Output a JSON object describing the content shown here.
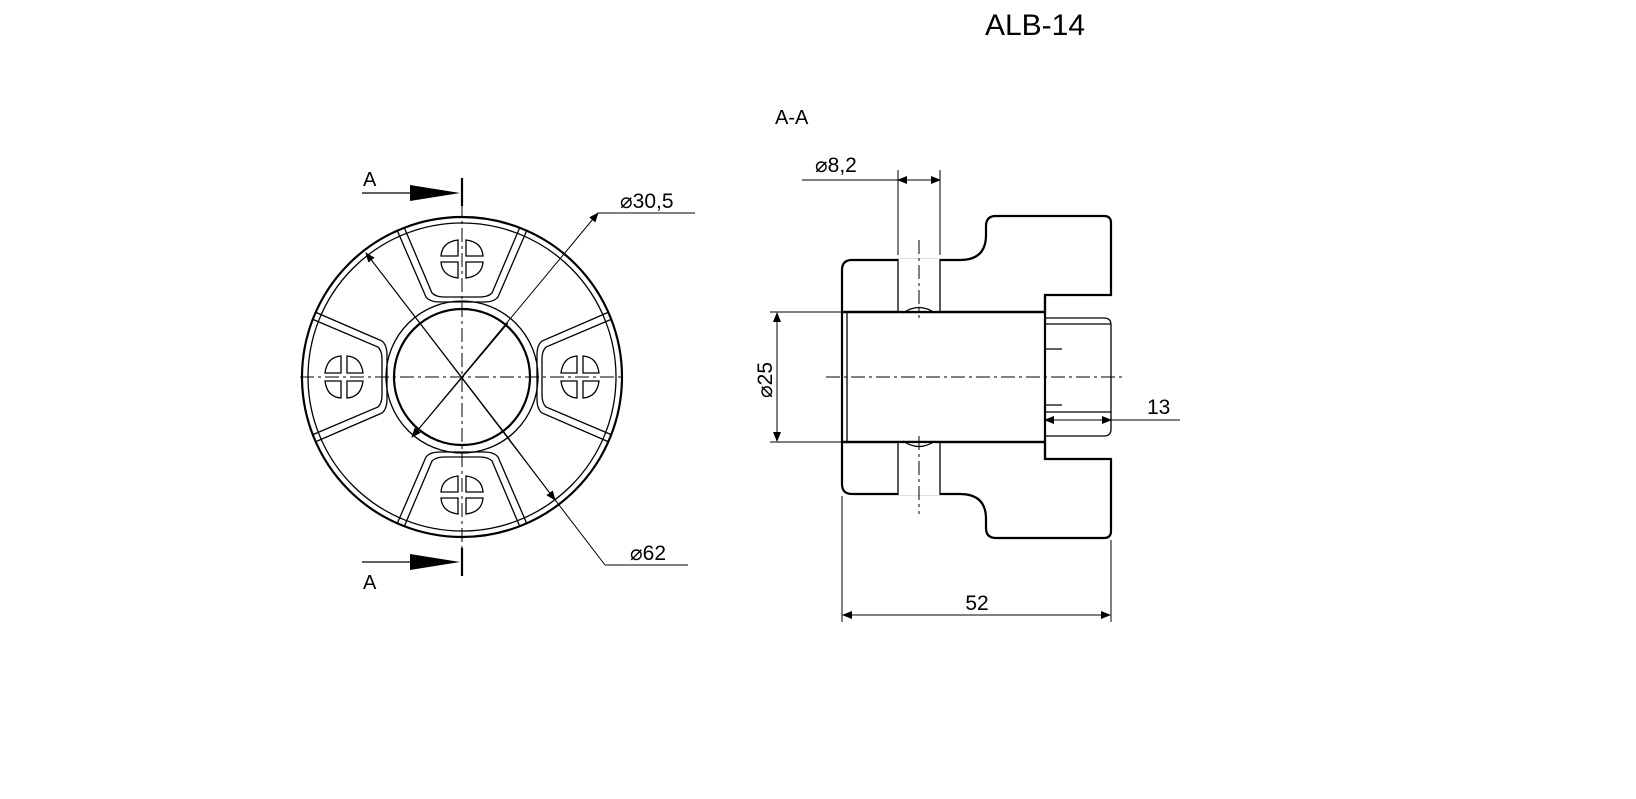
{
  "drawing": {
    "title": "ALB-14",
    "section_view_label": "A-A",
    "cut_marks": {
      "top": "A",
      "bottom": "A"
    },
    "dimensions": {
      "outer_diameter": "62",
      "bore_diameter": "30,5",
      "pin_hole_diameter": "8,2",
      "inner_diameter": "25",
      "recess_depth": "13",
      "overall_length": "52"
    },
    "diameter_symbol": "⌀"
  }
}
